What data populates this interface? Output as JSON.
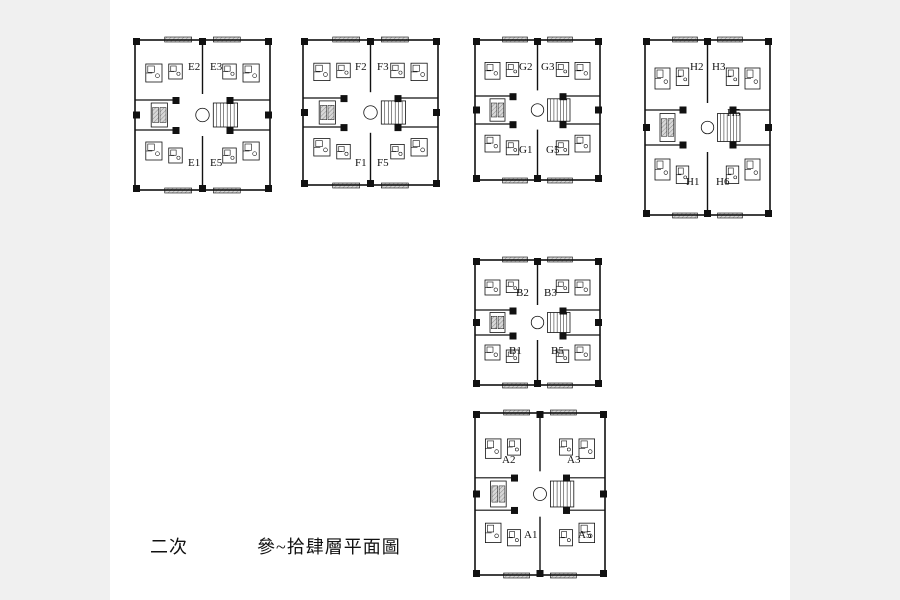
{
  "drawing": {
    "phase_label": "二次",
    "title": "參~拾肆層平面圖",
    "wall_color": "#111111",
    "hatch_color": "#9a9a9a"
  },
  "buildings": [
    {
      "id": "E",
      "units": [
        "E2",
        "E3",
        "E1",
        "E5"
      ]
    },
    {
      "id": "F",
      "units": [
        "F2",
        "F3",
        "F1",
        "F5"
      ]
    },
    {
      "id": "G",
      "units": [
        "G2",
        "G3",
        "G1",
        "G5"
      ]
    },
    {
      "id": "H",
      "units": [
        "H2",
        "H3",
        "H5",
        "H1",
        "H6"
      ]
    },
    {
      "id": "B",
      "units": [
        "B2",
        "B3",
        "B1",
        "B5"
      ]
    },
    {
      "id": "A",
      "units": [
        "A2",
        "A3",
        "A1",
        "A5"
      ]
    }
  ]
}
